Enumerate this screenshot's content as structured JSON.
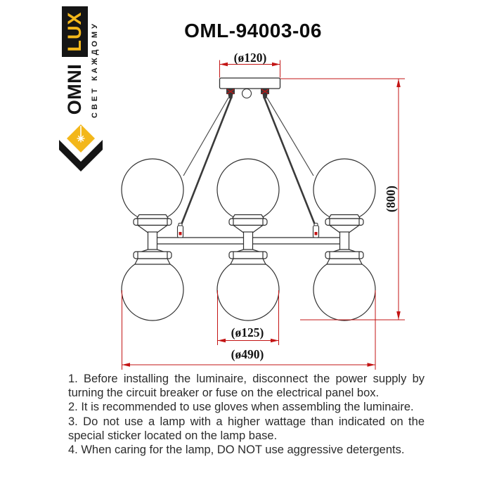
{
  "brand": {
    "name_primary": "OMNI",
    "name_secondary": "LUX",
    "tagline": "СВЕТ КАЖДОМУ",
    "colors": {
      "yellow": "#f3b71a",
      "black": "#151515"
    }
  },
  "title": "OML-94003-06",
  "drawing": {
    "type": "luminaire-installation-diagram",
    "dim_canopy_diameter": "(ø120)",
    "dim_overall_height": "(800)",
    "dim_globe_diameter": "(ø125)",
    "dim_overall_width": "(ø490)",
    "globe_count": 6,
    "colors": {
      "dimension_red": "#c31414",
      "line": "#2f2f2f"
    }
  },
  "instructions": {
    "items": [
      "1. Before installing the luminaire, disconnect the power supply by turning the circuit breaker or fuse on the electrical panel box.",
      "2. It is recommended to use gloves when assembling the luminaire.",
      "3. Do not use a lamp with a higher wattage than indicated on the special sticker located on the lamp base.",
      "4. When caring for the lamp, DO NOT use aggressive detergents."
    ]
  }
}
